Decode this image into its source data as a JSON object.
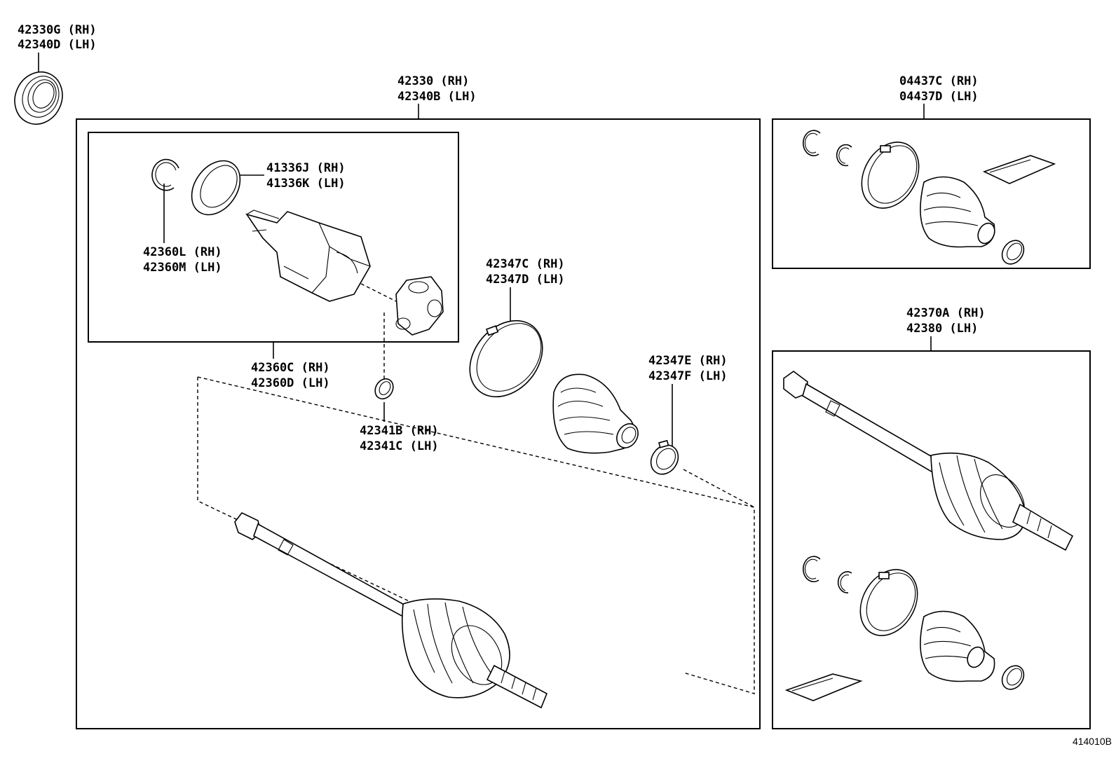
{
  "labels": {
    "seal_outer": [
      "42330G (RH)",
      "42340D (LH)"
    ],
    "shaft_assy": [
      "42330 (RH)",
      "42340B (LH)"
    ],
    "boot_kit_outer": [
      "04437C (RH)",
      "04437D (LH)"
    ],
    "dust_seal": [
      "41336J (RH)",
      "41336K (LH)"
    ],
    "snap_ring": [
      "42360L (RH)",
      "42360M (LH)"
    ],
    "inboard_joint": [
      "42360C (RH)",
      "42360D (LH)"
    ],
    "snap_ring_small": [
      "42341B (RH)",
      "42341C (LH)"
    ],
    "boot_clamp_large": [
      "42347C (RH)",
      "42347D (LH)"
    ],
    "boot_clamp_small": [
      "42347E (RH)",
      "42347F (LH)"
    ],
    "outboard_joint": [
      "42370A (RH)",
      "42380 (LH)"
    ]
  },
  "figure_ref": "414010B"
}
